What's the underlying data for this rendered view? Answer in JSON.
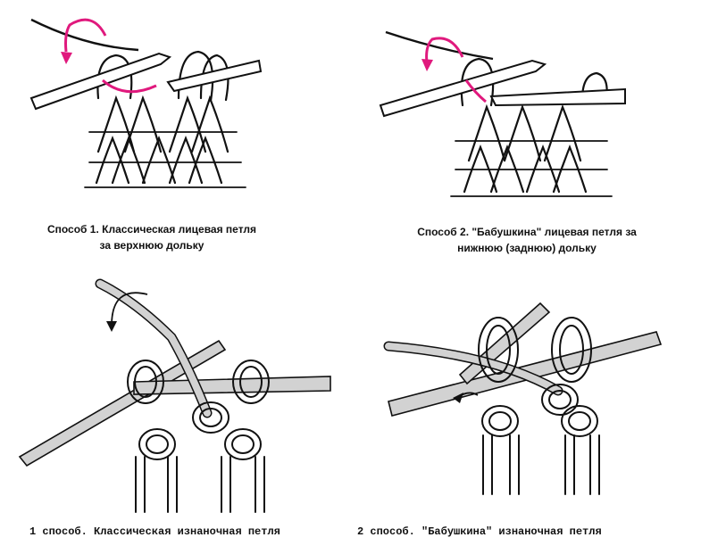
{
  "captions": {
    "p1_line1": "Способ 1.  Классическая лицевая  петля",
    "p1_line2": "за  верхнюю дольку",
    "p2_line1": "Способ 2.  \"Бабушкина\"  лицевая петля за",
    "p2_line2": "нижнюю (заднюю)  дольку",
    "p3": "1 способ. Классическая изнаночная петля",
    "p4": "2 способ. \"Бабушкина\" изнаночная петля"
  },
  "colors": {
    "arrow_accent": "#e0197d",
    "ink": "#111111",
    "yarn_fill": "#d2d2d2"
  }
}
